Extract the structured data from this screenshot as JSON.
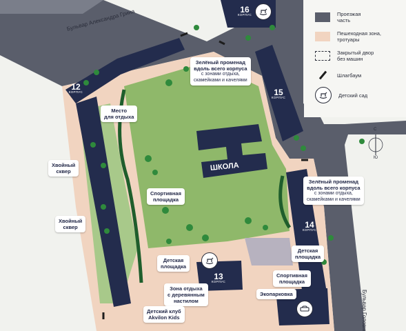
{
  "streets": {
    "north": "Бульвар Александра Грина",
    "east": "Бульвар Головнина"
  },
  "school": "ШКОЛА",
  "buildings": [
    {
      "number": "12",
      "label": "КОРПУС"
    },
    {
      "number": "13",
      "label": "КОРПУС"
    },
    {
      "number": "14",
      "label": "КОРПУС"
    },
    {
      "number": "15",
      "label": "КОРПУС"
    },
    {
      "number": "16",
      "label": "КОРПУС"
    }
  ],
  "callouts": {
    "promenade_north": {
      "title": "Зелёный променад\nвдоль всего корпуса",
      "sub": "с зонами отдыха,\nскамейками и качелями"
    },
    "promenade_east": {
      "title": "Зелёный променад\nвдоль всего корпуса",
      "sub": "с зонами отдыха,\nскамейками и качелями"
    },
    "rest_place": "Место\nдля отдыха",
    "conifer_1": "Хвойный\nсквер",
    "conifer_2": "Хвойный\nсквер",
    "sports_west": "Спортивная\nплощадка",
    "playground_east": "Детская\nплощадка",
    "playground_south": "Детская\nплощадка",
    "sports_south": "Спортивная\nплощадка",
    "rest_wood": "Зона отдыха\nс деревянным\nнастилом",
    "eco_parking": "Экопарковка",
    "kids_club": "Детский клуб\nAkvilon Kids"
  },
  "legend": [
    {
      "text": "Проезжая\nчасть",
      "swatch": "road",
      "icon": ""
    },
    {
      "text": "Пешеходная зона,\nтротуары",
      "swatch": "pedestrian",
      "icon": ""
    },
    {
      "text": "Закрытый двор\nбез машин",
      "swatch": "closed",
      "icon": ""
    },
    {
      "text": "Шлагбаум",
      "swatch": "barrier",
      "icon": "barrier-icon"
    },
    {
      "text": "Детский сад",
      "swatch": "kindergarten",
      "icon": "rocking-horse-icon"
    }
  ],
  "compass": {
    "north": "С",
    "south": "Ю"
  },
  "colors": {
    "road": "#5a5e6b",
    "pedestrian": "#f1d4c0",
    "grass": "#8fb86a",
    "building": "#232c4d",
    "tree": "#2f8a3c",
    "background": "#f1f2ee"
  }
}
